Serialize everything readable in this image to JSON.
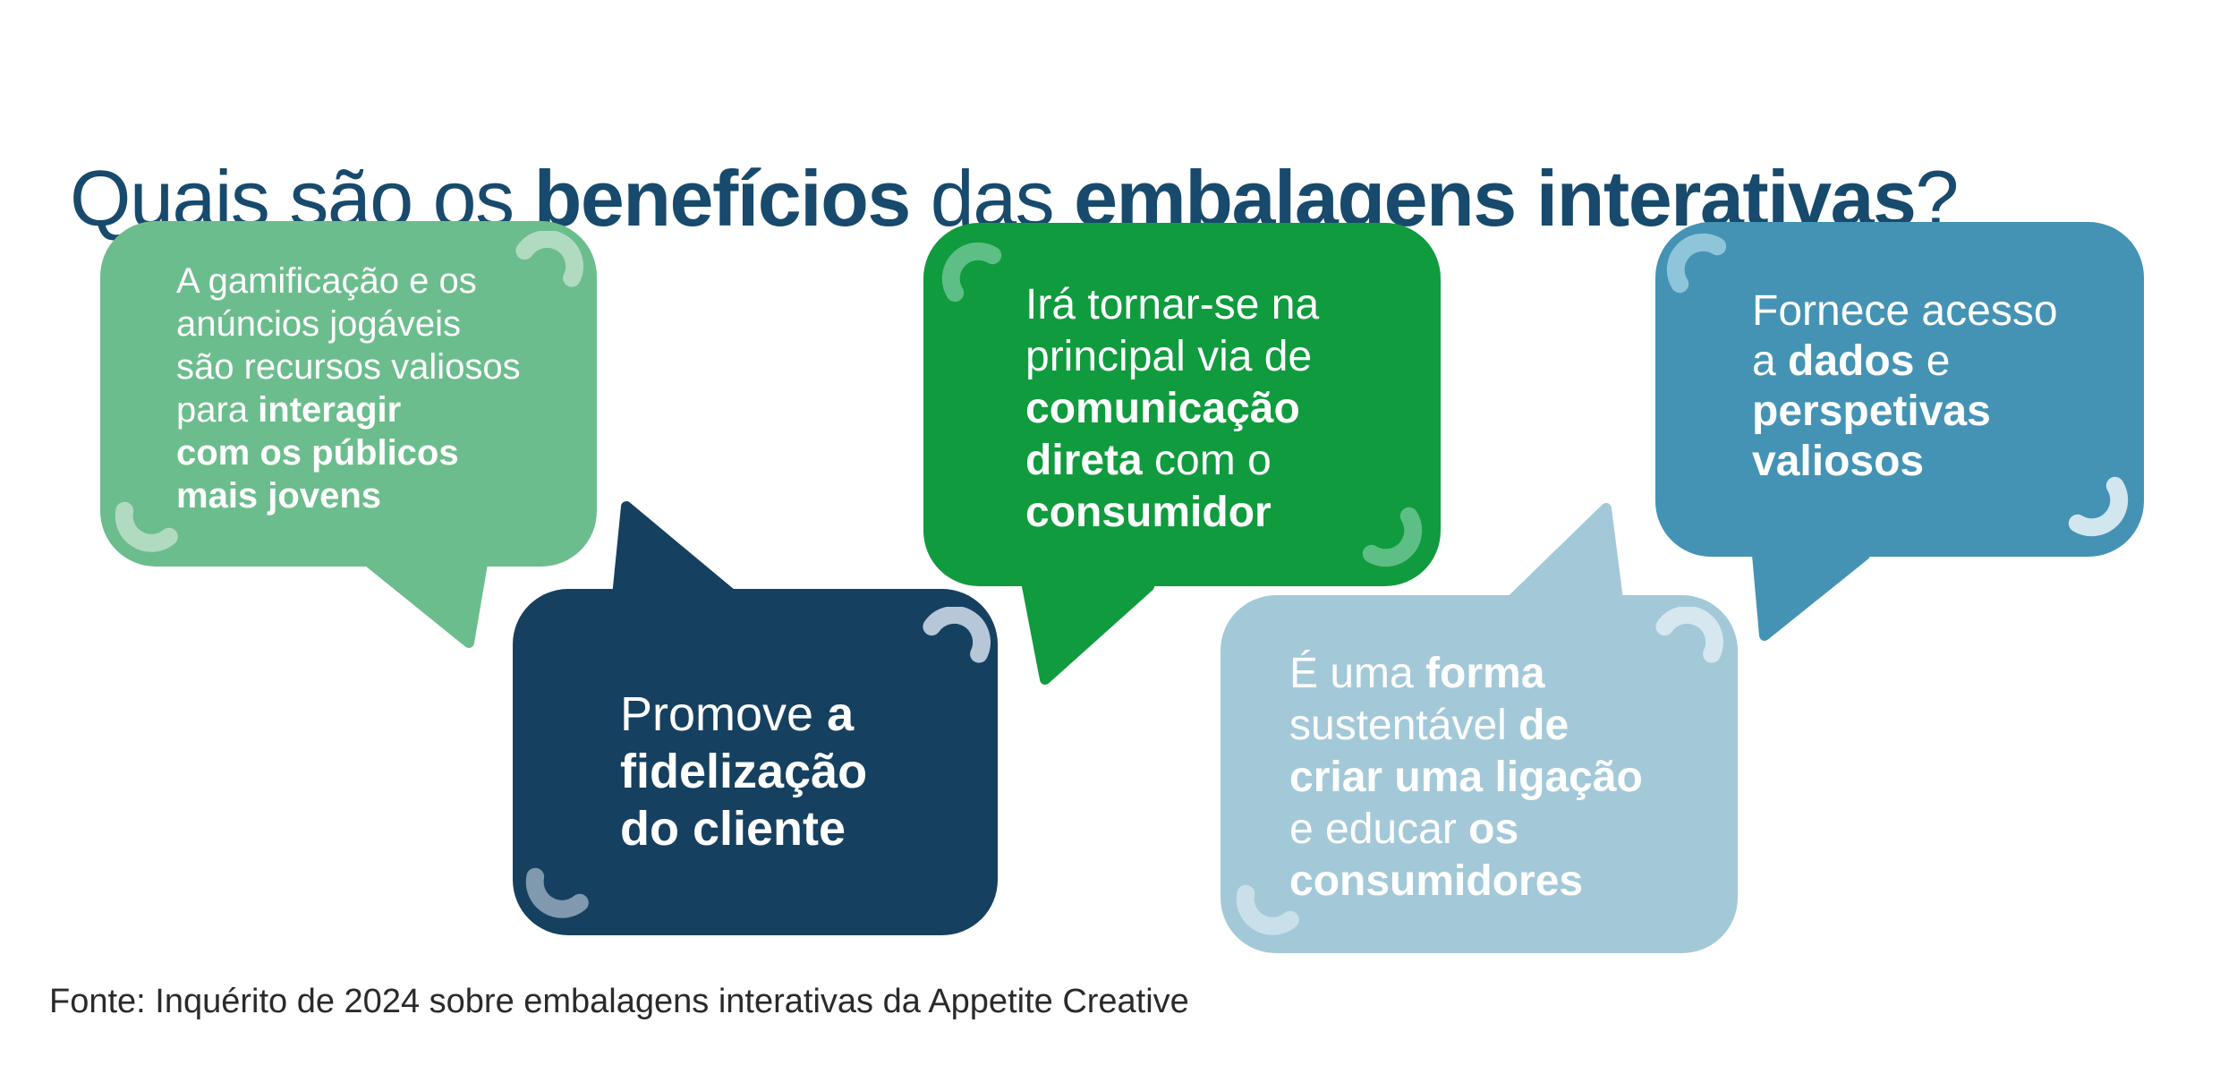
{
  "title": {
    "segments": [
      {
        "text": "Quais são os ",
        "bold": false
      },
      {
        "text": "benefícios",
        "bold": true
      },
      {
        "text": " das ",
        "bold": false
      },
      {
        "text": "embalagens interativas",
        "bold": true
      },
      {
        "text": "?",
        "bold": false
      }
    ]
  },
  "bubbles": {
    "gamification": {
      "segments": [
        {
          "text": "A gamificação e os\nanúncios jogáveis\nsão recursos valiosos\npara ",
          "bold": false
        },
        {
          "text": "interagir\ncom os públicos\nmais jovens",
          "bold": true
        }
      ]
    },
    "loyalty": {
      "segments": [
        {
          "text": "Promove ",
          "bold": false
        },
        {
          "text": "a\nfidelização\ndo cliente",
          "bold": true
        }
      ]
    },
    "communication": {
      "segments": [
        {
          "text": "Irá tornar-se na\nprincipal via de\n",
          "bold": false
        },
        {
          "text": "comunicação\ndireta",
          "bold": true
        },
        {
          "text": " com o\n",
          "bold": false
        },
        {
          "text": "consumidor",
          "bold": true
        }
      ]
    },
    "sustainability": {
      "segments": [
        {
          "text": "É uma ",
          "bold": false
        },
        {
          "text": "forma",
          "bold": true
        },
        {
          "text": "\nsustentável ",
          "bold": false
        },
        {
          "text": "de",
          "bold": true
        },
        {
          "text": "\n",
          "bold": false
        },
        {
          "text": "criar uma ligação",
          "bold": true
        },
        {
          "text": "\ne educar ",
          "bold": false
        },
        {
          "text": "os",
          "bold": true
        },
        {
          "text": "\n",
          "bold": false
        },
        {
          "text": "consumidores",
          "bold": true
        }
      ]
    },
    "data_access": {
      "segments": [
        {
          "text": "Fornece acesso\na ",
          "bold": false
        },
        {
          "text": "dados",
          "bold": true
        },
        {
          "text": " e\n",
          "bold": false
        },
        {
          "text": "perspetivas\nvaliosos",
          "bold": true
        }
      ]
    }
  },
  "footer": {
    "text": "Fonte: Inquérito de 2024 sobre embalagens interativas da Appetite Creative"
  },
  "colors": {
    "background": "#ffffff",
    "title_text": "#174a6c",
    "footer_text": "#2a2a2a",
    "bubble_text": "#ffffff",
    "light_green": "#6cbd8d",
    "light_green_arc": "#b0dbc1",
    "navy": "#164060",
    "navy_arc_top": "#b6c7d8",
    "navy_arc_bottom": "#8099ae",
    "green": "#109b3e",
    "green_arc": "#5dbf85",
    "light_blue": "#a3c9d9",
    "light_blue_arc_top": "#d6e7ef",
    "light_blue_arc_bottom": "#c9e0ea",
    "steel_blue": "#4493b4",
    "steel_blue_arc_top": "#8fc5da",
    "steel_blue_arc_bottom": "#d2e6ef"
  }
}
